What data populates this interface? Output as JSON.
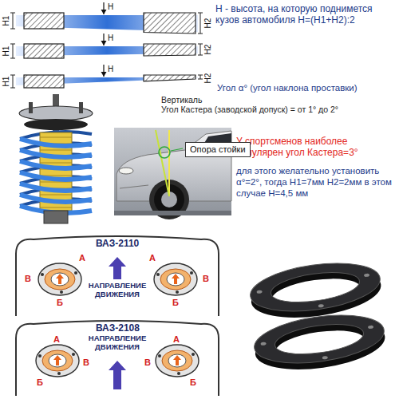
{
  "diagram": {
    "nodes": [
      {
        "text": [
          "Опора стойки"
        ]
      },
      {
        "text": [
          "ВАЗ-2110",
          "НАПРАВЛЕНИЕ ДВИЖЕНИЯ"
        ]
      },
      {
        "text": [
          "ВАЗ-2108",
          "НАПРАВЛЕНИЕ ДВИЖЕНИЯ"
        ]
      }
    ],
    "labels": [
      "H - высота, на которую поднимется кузов автомобиля H=(H1+H2):2",
      "H1",
      "H",
      "H2",
      "H1",
      "H",
      "H2",
      "H1",
      "H",
      "H2",
      "Угол α° (угол наклона проставки)",
      "Вертикаль",
      "Угол Кастера (заводской допуск) = от 1° до 2°",
      "У спортсменов наиболее популярен угол Кастера=3°",
      "для этого желательно установить α°=2°, тогда H1=7мм H2=2мм в этом случае H=4,5 мм",
      "А",
      "В",
      "Б",
      "А",
      "В",
      "Б",
      "А",
      "В",
      "Б",
      "А",
      "В",
      "Б"
    ]
  }
}
